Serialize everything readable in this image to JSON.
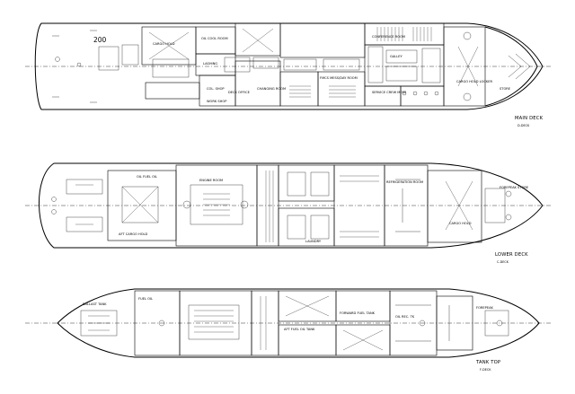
{
  "drawing": {
    "decks": [
      {
        "id": "main",
        "title": "MAIN DECK",
        "subtitle": "D-DECK",
        "labels": {
          "num200": "200",
          "cargo_hold": "CARGO HOLD",
          "oil_cool": "OIL COOL ROOM",
          "lashing": "LASHING",
          "col_shop": "COL. SHOP",
          "deck_office": "DECK OFFICE",
          "work_shop": "WORK SHOP",
          "changing": "CHANGING ROOM",
          "conference": "CONFERENCE ROOM",
          "galley": "GALLEY",
          "mess": "FMCS MESS/DAY ROOM",
          "serv_crew": "SERVICE CREW MESS",
          "cargo_locker": "CARGO HOLD LOCKER",
          "store": "STORE"
        }
      },
      {
        "id": "lower",
        "title": "LOWER DECK",
        "subtitle": "C-DECK",
        "labels": {
          "aft_cargo": "AFT CARGO HOLD",
          "engine_room": "ENGINE ROOM",
          "oil_fuel": "OIL FUEL OIL",
          "laundry": "LAUNDRY",
          "refrig": "REFRIGERATION ROOM",
          "fore_cargo": "CARGO HOLD",
          "forepeak": "FOREPEAK STORE"
        }
      },
      {
        "id": "tank",
        "title": "TANK TOP",
        "subtitle": "F-DECK",
        "labels": {
          "ballast": "BALLAST TANK",
          "fuel_oil": "FUEL OIL",
          "aft_fuel": "AFT FUEL OIL TANK",
          "fwd_fuel": "FORWARD FUEL TANK",
          "oil_rec": "OIL REC. TK",
          "forepeak_tk": "FOREPEAK"
        }
      }
    ]
  }
}
